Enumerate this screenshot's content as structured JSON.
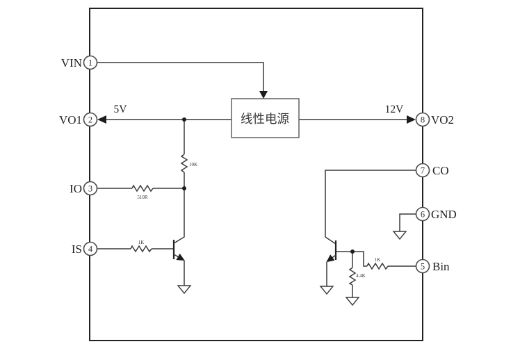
{
  "diagram": {
    "power_box_label": "线性电源",
    "voltage_left": "5V",
    "voltage_right": "12V",
    "pins_left": [
      {
        "number": "1",
        "name": "VIN"
      },
      {
        "number": "2",
        "name": "VO1"
      },
      {
        "number": "3",
        "name": "IO"
      },
      {
        "number": "4",
        "name": "IS"
      }
    ],
    "pins_right": [
      {
        "number": "8",
        "name": "VO2"
      },
      {
        "number": "7",
        "name": "CO"
      },
      {
        "number": "6",
        "name": "GND"
      },
      {
        "number": "5",
        "name": "Bin"
      }
    ],
    "resistors": [
      {
        "id": "pullup",
        "value": "10K"
      },
      {
        "id": "io-series",
        "value": "510R"
      },
      {
        "id": "base-left",
        "value": "1K"
      },
      {
        "id": "bin-series",
        "value": "1K"
      },
      {
        "id": "base-shunt",
        "value": "4.4K"
      }
    ]
  }
}
